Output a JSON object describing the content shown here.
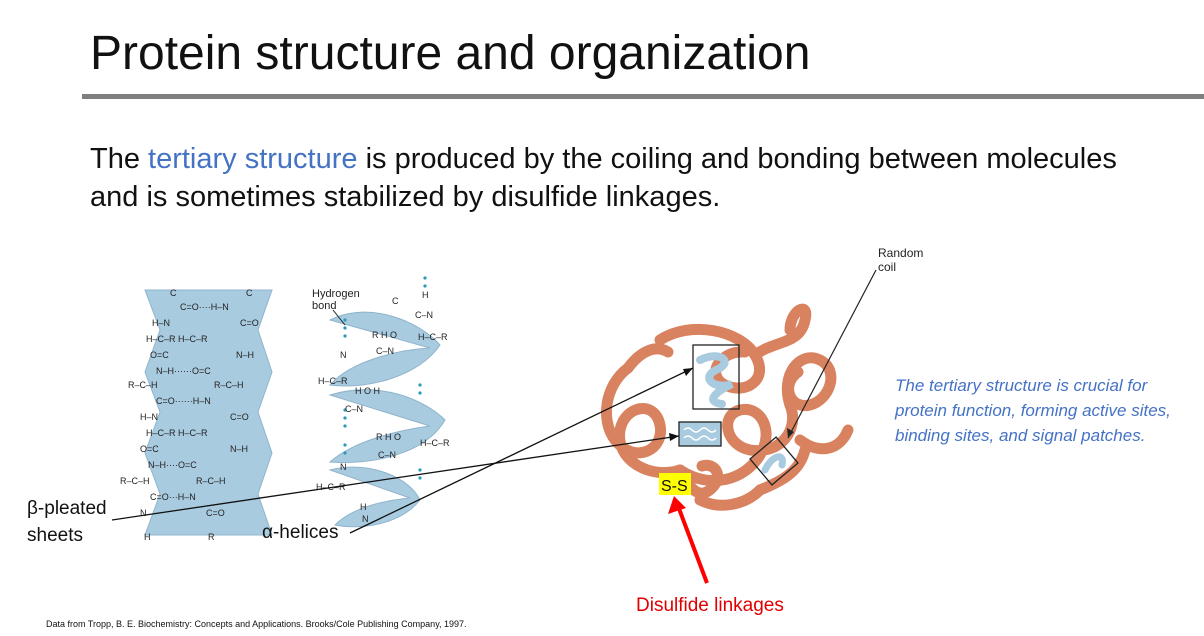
{
  "slide": {
    "title": "Protein structure and organization",
    "lead": {
      "before": "The ",
      "highlight": "tertiary structure",
      "after": " is produced by the coiling and bonding between molecules and is sometimes stabilized by disulfide linkages."
    },
    "note": "The tertiary structure is crucial for protein function, forming active sites, binding sites, and signal patches.",
    "source": "Data from Tropp, B. E. Biochemistry: Concepts and Applications. Brooks/Cole Publishing Company, 1997."
  },
  "diagram": {
    "labels": {
      "beta_line1": "β-pleated",
      "beta_line2": "sheets",
      "alpha": "α-helices",
      "hydrogen_line1": "Hydrogen",
      "hydrogen_line2": "bond",
      "random_line1": "Random",
      "random_line2": "coil",
      "ss": "S-S",
      "disulfide": "Disulfide linkages"
    },
    "colors": {
      "accent_blue": "#4472c4",
      "sheet_fill": "#a9cbe0",
      "ribbon": "#d9825f",
      "ss_highlight": "#ffff00",
      "disulfide_red": "#ff0000"
    }
  }
}
